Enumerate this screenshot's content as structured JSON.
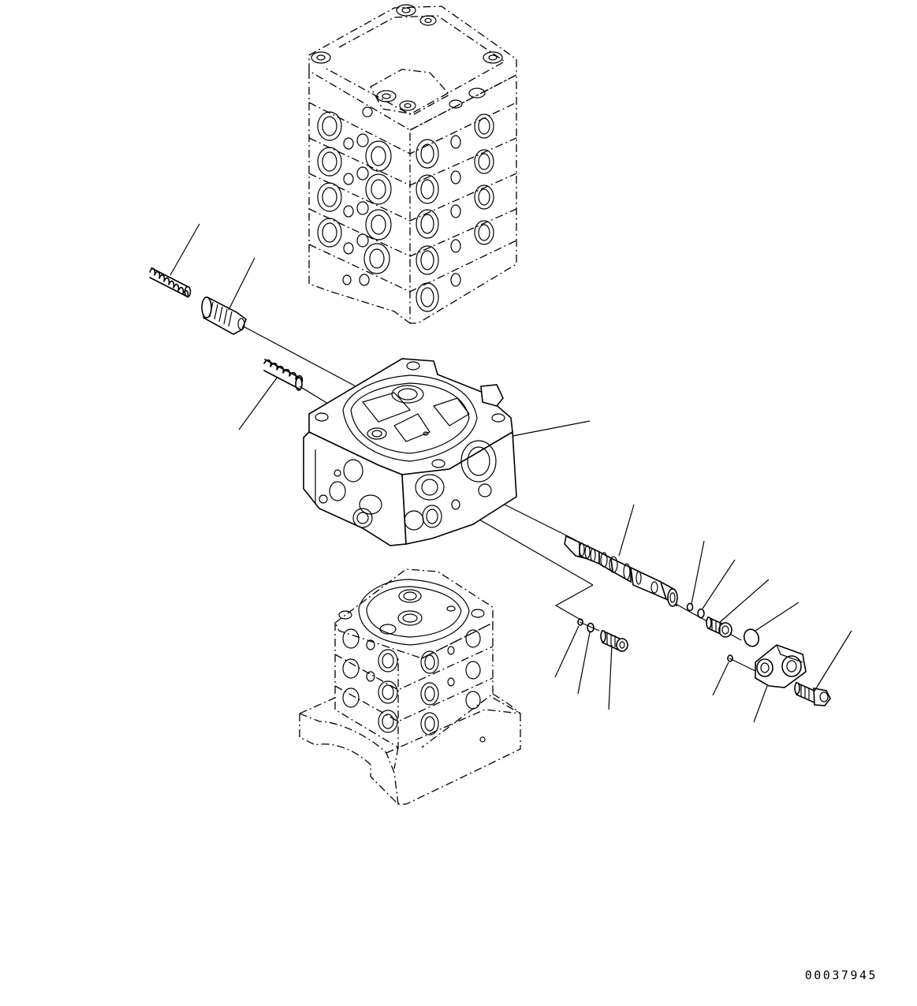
{
  "drawing": {
    "document_number": "00037945",
    "colors": {
      "line": "#000000",
      "background": "#ffffff"
    },
    "parts": [
      {
        "id": "upper-valve-stack",
        "kind": "phantom-assembly"
      },
      {
        "id": "spring-1",
        "kind": "spring"
      },
      {
        "id": "retainer",
        "kind": "spring-seat"
      },
      {
        "id": "spring-2",
        "kind": "spring"
      },
      {
        "id": "valve-section",
        "kind": "valve-body"
      },
      {
        "id": "spool",
        "kind": "spool"
      },
      {
        "id": "o-ring-1",
        "kind": "o-ring"
      },
      {
        "id": "backup-ring",
        "kind": "ring"
      },
      {
        "id": "plug-1",
        "kind": "plug"
      },
      {
        "id": "o-ring-2",
        "kind": "o-ring"
      },
      {
        "id": "o-ring-3",
        "kind": "o-ring"
      },
      {
        "id": "cover",
        "kind": "cover"
      },
      {
        "id": "bolt",
        "kind": "bolt"
      },
      {
        "id": "small-o-ring",
        "kind": "o-ring"
      },
      {
        "id": "small-backup-ring",
        "kind": "ring"
      },
      {
        "id": "small-plug",
        "kind": "plug"
      },
      {
        "id": "lower-valve-stack",
        "kind": "phantom-assembly"
      }
    ]
  }
}
